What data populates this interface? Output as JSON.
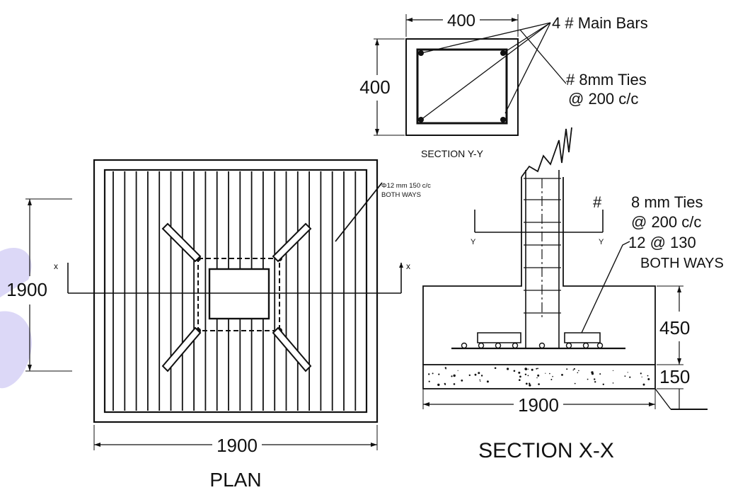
{
  "section_yy": {
    "dim_width": "400",
    "dim_height": "400",
    "note_main_bars": "4 # Main Bars",
    "note_ties_line1": "# 8mm Ties",
    "note_ties_line2": "@ 200 c/c",
    "caption": "SECTION Y-Y"
  },
  "plan": {
    "dim_width": "1900",
    "dim_height": "1900",
    "note_rebar_line1": "Φ12 mm 150 c/c",
    "note_rebar_line2": "BOTH WAYS",
    "marker_left": "x",
    "marker_right": "x",
    "caption": "PLAN"
  },
  "section_xx": {
    "note_ties_line1": "8 mm Ties",
    "note_ties_line2": "@ 200 c/c",
    "note_bars_line1": "12 @ 130",
    "note_bars_line2": "BOTH WAYS",
    "hash_mark": "#",
    "marker_left": "Y",
    "marker_right": "Y",
    "dim_depth": "450",
    "dim_pcc": "150",
    "dim_width": "1900",
    "caption": "SECTION X-X"
  },
  "colors": {
    "line": "#111111",
    "watermark": "#dcd8f7"
  }
}
